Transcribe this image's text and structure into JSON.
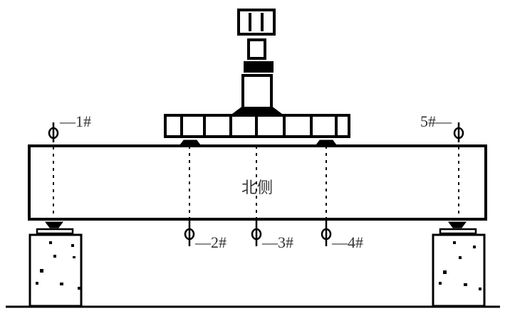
{
  "beam_label": "北侧",
  "gauges": [
    {
      "id": "1",
      "label": "—1#"
    },
    {
      "id": "2",
      "label": "—2#"
    },
    {
      "id": "3",
      "label": "—3#"
    },
    {
      "id": "4",
      "label": "—4#"
    },
    {
      "id": "5",
      "label": "5#—"
    }
  ]
}
